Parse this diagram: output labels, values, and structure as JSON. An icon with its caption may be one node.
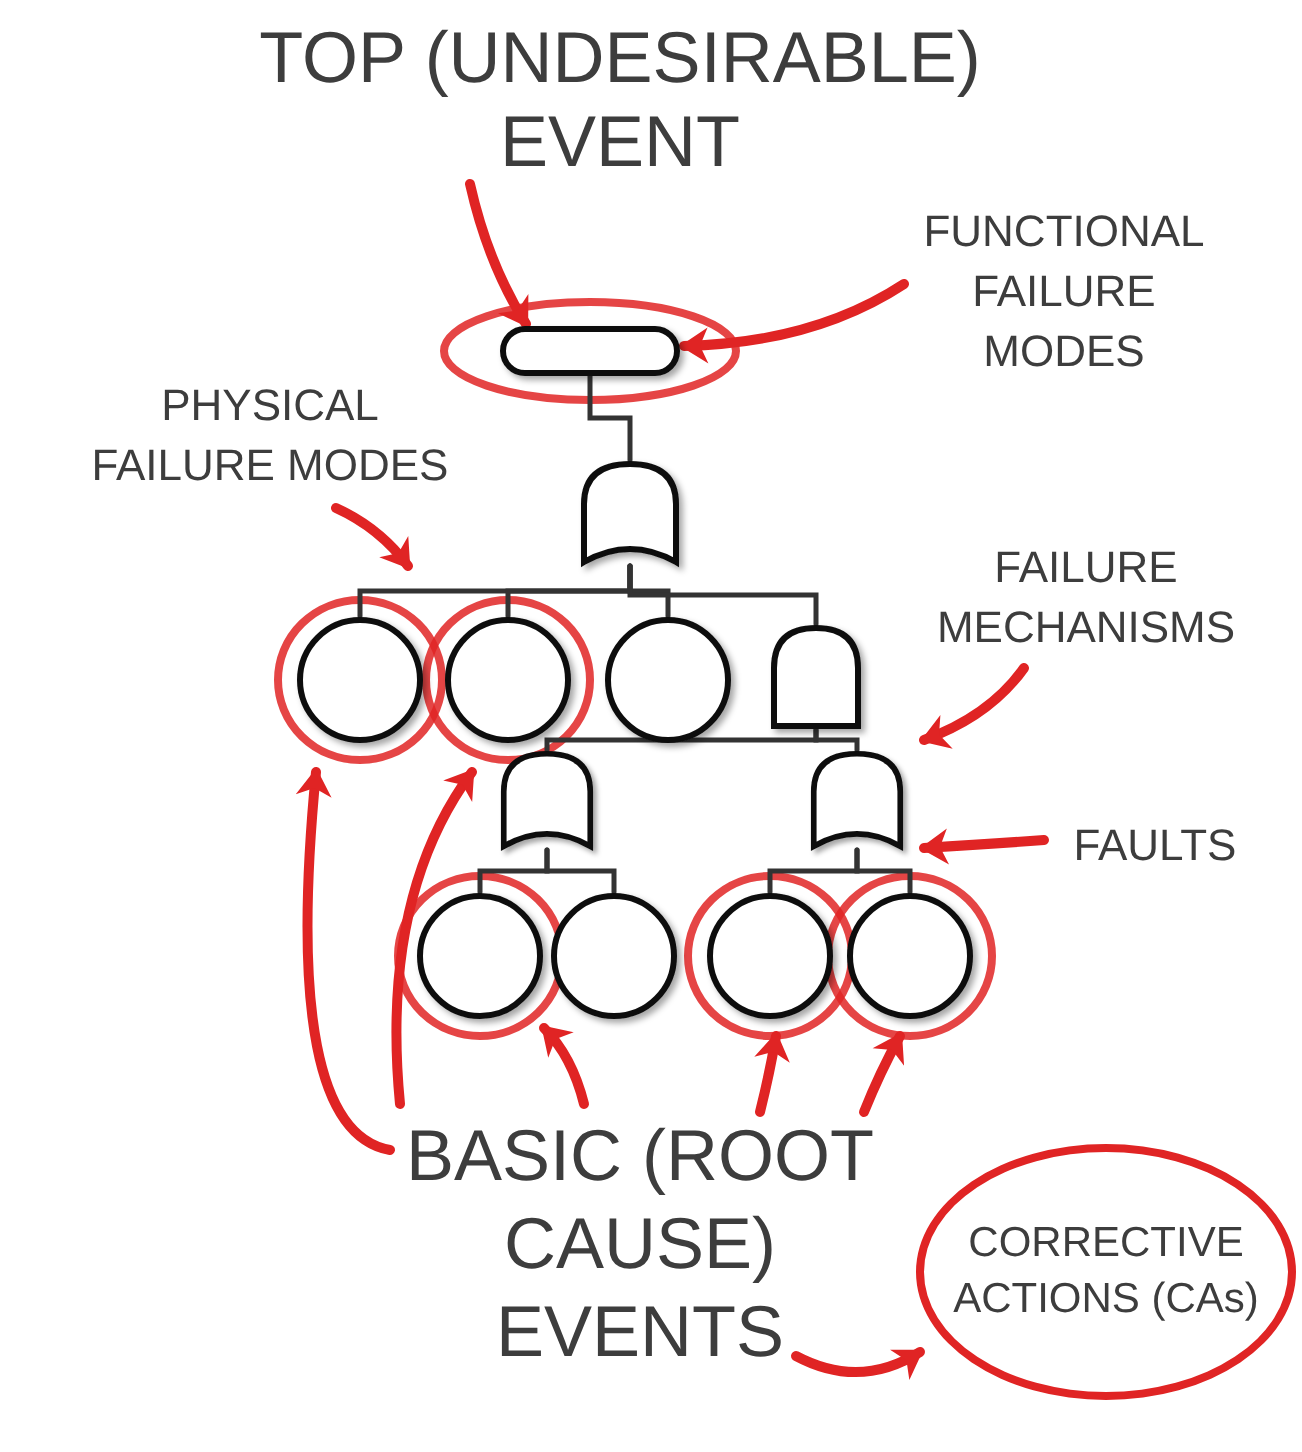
{
  "diagram": {
    "nodes": [
      {
        "text": [],
        "shape": "box"
      },
      {
        "text": [],
        "shape": "or-gate"
      },
      {
        "text": [],
        "shape": "circle"
      },
      {
        "text": [],
        "shape": "circle"
      },
      {
        "text": [],
        "shape": "circle"
      },
      {
        "text": [],
        "shape": "and-gate"
      },
      {
        "text": [],
        "shape": "or-gate"
      },
      {
        "text": [],
        "shape": "or-gate"
      },
      {
        "text": [],
        "shape": "circle"
      },
      {
        "text": [],
        "shape": "circle"
      },
      {
        "text": [],
        "shape": "circle"
      },
      {
        "text": [],
        "shape": "circle"
      },
      {
        "text": [
          "TOP (UNDESIRABLE) EVENT"
        ]
      },
      {
        "text": [
          "FUNCTIONAL FAILURE MODES"
        ]
      },
      {
        "text": [
          "PHYSICAL FAILURE MODES"
        ]
      },
      {
        "text": [
          "FAILURE MECHANISMS"
        ]
      },
      {
        "text": [
          "FAULTS"
        ]
      },
      {
        "text": [
          "BASIC (ROOT CAUSE) EVENTS"
        ]
      },
      {
        "text": [
          "CORRECTIVE ACTIONS (CAs)"
        ]
      }
    ],
    "edges": [
      {
        "from": 0,
        "to": 1,
        "arrow": "none"
      },
      {
        "from": 1,
        "to": 2,
        "arrow": "none"
      },
      {
        "from": 1,
        "to": 3,
        "arrow": "none"
      },
      {
        "from": 1,
        "to": 4,
        "arrow": "none"
      },
      {
        "from": 1,
        "to": 5,
        "arrow": "none"
      },
      {
        "from": 5,
        "to": 6,
        "arrow": "none"
      },
      {
        "from": 5,
        "to": 7,
        "arrow": "none"
      },
      {
        "from": 6,
        "to": 8,
        "arrow": "none"
      },
      {
        "from": 6,
        "to": 9,
        "arrow": "none"
      },
      {
        "from": 7,
        "to": 10,
        "arrow": "none"
      },
      {
        "from": 7,
        "to": 11,
        "arrow": "none"
      },
      {
        "from": 12,
        "to": 0,
        "arrow": "to",
        "style": "thick",
        "color": "#e02424"
      },
      {
        "from": 13,
        "to": 0,
        "arrow": "to",
        "style": "thick",
        "color": "#e02424"
      },
      {
        "from": 14,
        "to": 2,
        "arrow": "to",
        "style": "thick",
        "color": "#e02424"
      },
      {
        "from": 15,
        "to": 7,
        "arrow": "to",
        "style": "thick",
        "color": "#e02424"
      },
      {
        "from": 16,
        "to": 7,
        "arrow": "to",
        "style": "thick",
        "color": "#e02424"
      },
      {
        "from": 17,
        "to": 2,
        "arrow": "to",
        "style": "thick",
        "color": "#e02424"
      },
      {
        "from": 17,
        "to": 3,
        "arrow": "to",
        "style": "thick",
        "color": "#e02424"
      },
      {
        "from": 17,
        "to": 8,
        "arrow": "to",
        "style": "thick",
        "color": "#e02424"
      },
      {
        "from": 17,
        "to": 10,
        "arrow": "to",
        "style": "thick",
        "color": "#e02424"
      },
      {
        "from": 17,
        "to": 11,
        "arrow": "to",
        "style": "thick",
        "color": "#e02424"
      },
      {
        "from": 17,
        "to": 18,
        "arrow": "to",
        "style": "thick",
        "color": "#e02424"
      }
    ]
  }
}
